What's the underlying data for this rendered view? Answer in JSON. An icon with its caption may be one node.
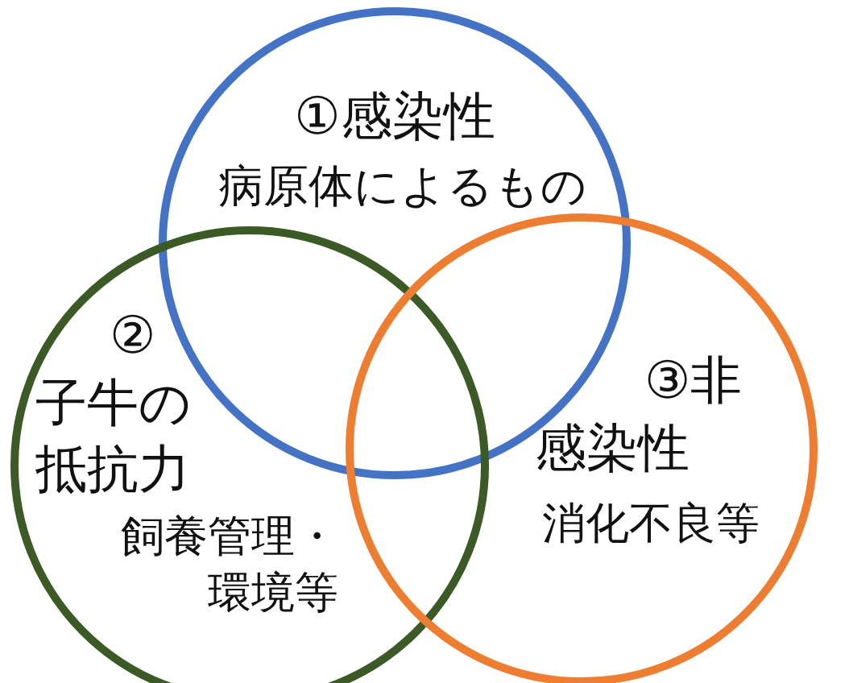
{
  "diagram": {
    "nodes": [
      {
        "text": [
          "①感染性",
          "病原体によるもの"
        ]
      },
      {
        "text": [
          "②子牛の抵抗力",
          "飼養管理・環境等"
        ]
      },
      {
        "text": [
          "③非感染性",
          "消化不良等"
        ]
      }
    ]
  }
}
